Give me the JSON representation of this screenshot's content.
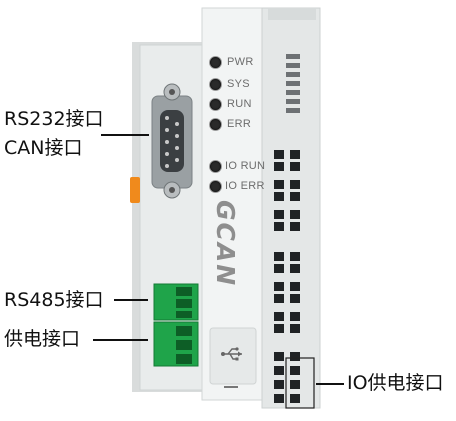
{
  "callouts": {
    "rs232": "RS232接口",
    "can": "CAN接口",
    "rs485": "RS485接口",
    "power": "供电接口",
    "io_power": "IO供电接口"
  },
  "leds": {
    "pwr": "PWR",
    "sys": "SYS",
    "run": "RUN",
    "err": "ERR",
    "io_run": "IO RUN",
    "io_err": "IO ERR"
  },
  "brand": "GCAN",
  "colors": {
    "housing": "#e9ecec",
    "terminal_green": "#1fa44a",
    "accent_orange": "#f08a1c",
    "text": "#111111"
  }
}
